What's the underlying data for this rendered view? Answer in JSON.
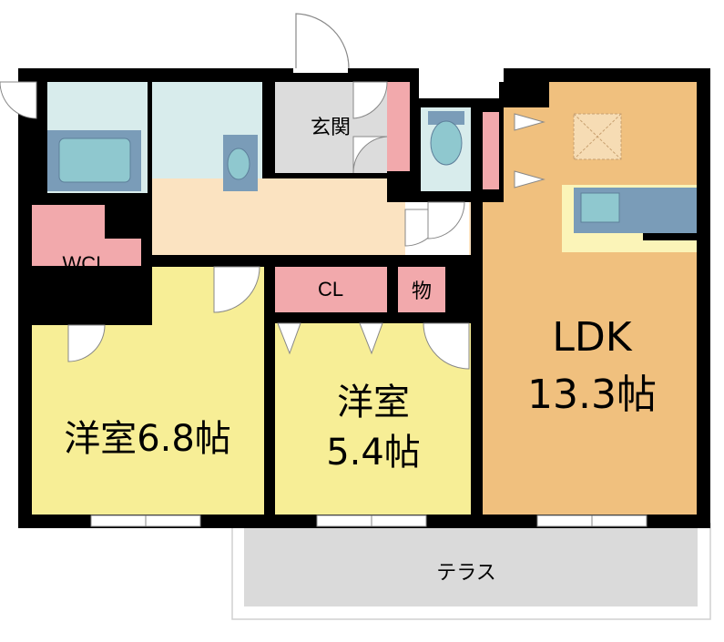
{
  "floorplan": {
    "rooms": {
      "western1": {
        "name": "洋室",
        "size": "6.8帖"
      },
      "western2": {
        "name": "洋室",
        "size": "5.4帖"
      },
      "ldk": {
        "name": "LDK",
        "size": "13.3帖"
      },
      "entrance": {
        "name": "玄関"
      },
      "wcl": {
        "name": "WCL"
      },
      "cl": {
        "name": "CL"
      },
      "storage": {
        "name": "物"
      },
      "terrace": {
        "name": "テラス"
      }
    },
    "colors": {
      "wall": "#000000",
      "western": "#f7ee96",
      "ldk": "#f0c07e",
      "closet": "#f2a9ac",
      "hallway": "#fbe3c1",
      "wet_area": "#d8ecec",
      "fixture": "#8fc8cf",
      "fixture_frame": "#7a9cb8",
      "entrance": "#dcdcdc",
      "terrace": "#dadada",
      "counter_border": "#fbf4b8"
    },
    "icons": [
      "bathtub-icon",
      "washbasin-icon",
      "toilet-icon",
      "kitchen-sink-icon",
      "skylight-icon",
      "door-swing-icon",
      "window-icon"
    ]
  }
}
